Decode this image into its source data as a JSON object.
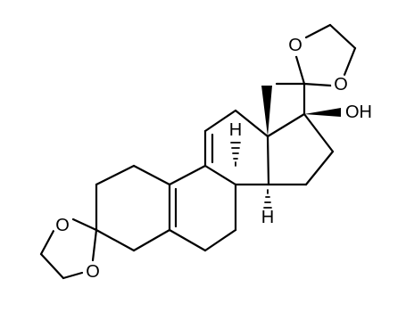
{
  "molecule": {
    "atoms": {
      "o_top_left": "O",
      "o_top_right": "O",
      "o_bottom_left": "O",
      "o_bottom_right": "O",
      "oh": "OH",
      "h_upper": "H",
      "h_lower": "H"
    }
  }
}
